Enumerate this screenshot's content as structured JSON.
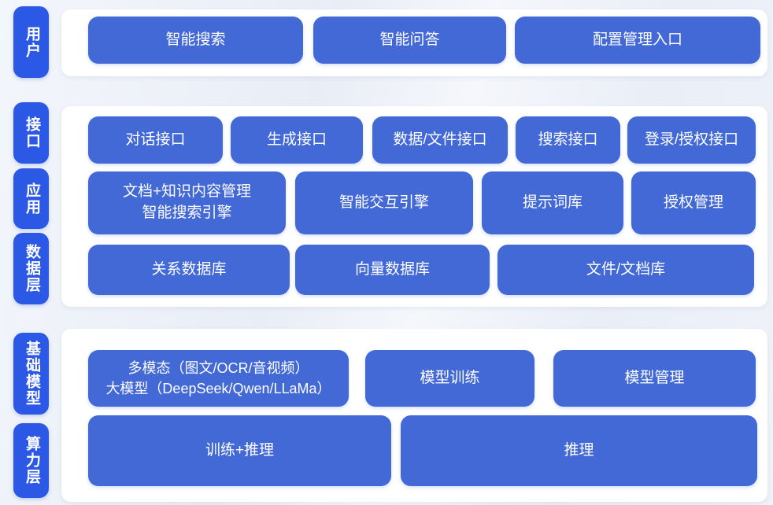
{
  "title": "AI platform architecture diagram",
  "colors": {
    "rail_blue": "#2b58e4",
    "node_blue": "#4269d6",
    "panel_white": "#ffffff",
    "background": "#edf1f8",
    "text": "#ffffff"
  },
  "layers": {
    "user": {
      "rail": "用户",
      "nodes": [
        "智能搜索",
        "智能问答",
        "配置管理入口"
      ]
    },
    "interface": {
      "rail": "接口",
      "nodes": [
        "对话接口",
        "生成接口",
        "数据/文件接口",
        "搜索接口",
        "登录/授权接口"
      ]
    },
    "application": {
      "rail": "应用",
      "nodes": [
        "文档+知识内容管理\n智能搜索引擎",
        "智能交互引擎",
        "提示词库",
        "授权管理"
      ]
    },
    "data": {
      "rail": "数据层",
      "nodes": [
        "关系数据库",
        "向量数据库",
        "文件/文档库"
      ]
    },
    "foundation_model": {
      "rail": "基础模型",
      "nodes": [
        "多模态（图文/OCR/音视频）\n大模型（DeepSeek/Qwen/LLaMa）",
        "模型训练",
        "模型管理"
      ]
    },
    "compute": {
      "rail": "算力层",
      "nodes": [
        "训练+推理",
        "推理"
      ]
    }
  }
}
